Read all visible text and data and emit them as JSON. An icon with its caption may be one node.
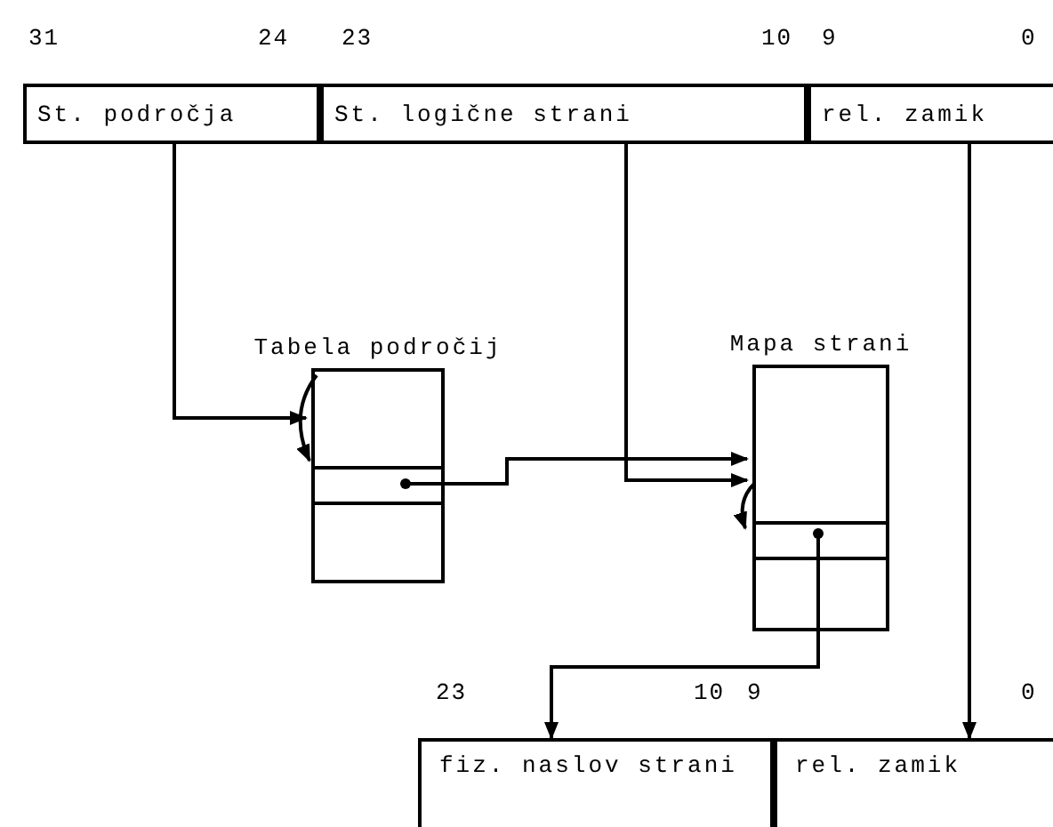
{
  "diagram": {
    "nodes": [
      {
        "text": [
          "St. področja"
        ]
      },
      {
        "text": [
          "St. logične strani"
        ]
      },
      {
        "text": [
          "rel. zamik"
        ]
      },
      {
        "text": [
          "Tabela področij"
        ]
      },
      {
        "text": [
          "Mapa strani"
        ]
      },
      {
        "text": [
          "fiz. naslov strani"
        ]
      },
      {
        "text": [
          "rel. zamik"
        ]
      }
    ],
    "edges": [
      {
        "from": 0,
        "to": 3,
        "arrow": "to"
      },
      {
        "from": 3,
        "to": 4,
        "arrow": "to"
      },
      {
        "from": 1,
        "to": 4,
        "arrow": "to"
      },
      {
        "from": 4,
        "to": 5,
        "arrow": "to"
      },
      {
        "from": 2,
        "to": 6,
        "arrow": "to"
      }
    ],
    "labels": [
      "31",
      "24",
      "23",
      "10",
      "9",
      "0",
      "23",
      "10",
      "9",
      "0"
    ]
  }
}
